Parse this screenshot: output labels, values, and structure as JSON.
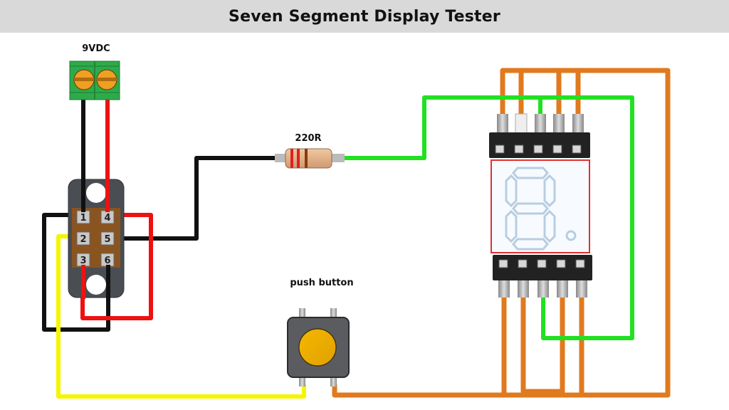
{
  "title": "Seven Segment Display Tester",
  "components": {
    "power_terminal": {
      "label": "9VDC"
    },
    "resistor": {
      "label": "220R"
    },
    "push_button": {
      "label": "push button"
    },
    "switch": {
      "pins": [
        "1",
        "2",
        "3",
        "4",
        "5",
        "6"
      ]
    }
  },
  "wire_colors": {
    "black": "#111111",
    "red": "#ee1111",
    "yellow": "#f5f500",
    "green": "#22e022",
    "orange": "#e07a1e"
  }
}
